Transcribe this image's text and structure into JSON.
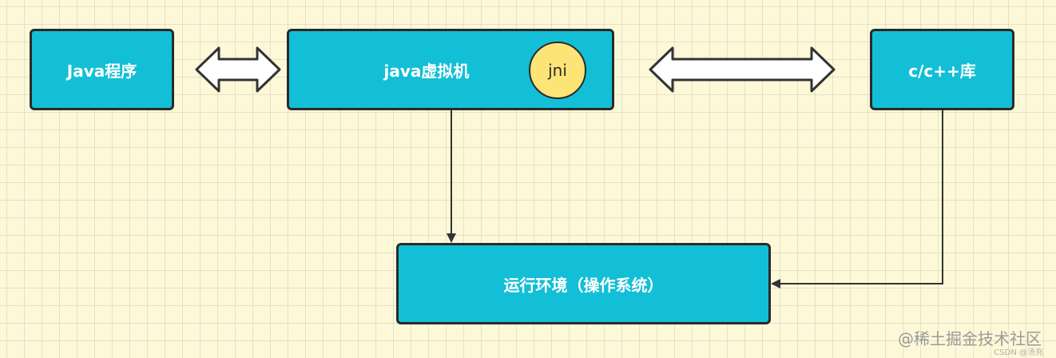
{
  "nodes": {
    "java_program": {
      "label": "Java程序"
    },
    "jvm": {
      "label": "java虚拟机"
    },
    "jni": {
      "label": "jni"
    },
    "c_library": {
      "label": "c/c++库"
    },
    "runtime": {
      "label": "运行环境（操作系统）"
    }
  },
  "edges": [
    {
      "from": "java_program",
      "to": "jvm",
      "style": "hollow-double-arrow"
    },
    {
      "from": "jvm",
      "to": "c_library",
      "style": "hollow-double-arrow"
    },
    {
      "from": "jvm",
      "to": "runtime",
      "style": "arrow"
    },
    {
      "from": "c_library",
      "to": "runtime",
      "style": "elbow-arrow"
    }
  ],
  "colors": {
    "node_fill": "#13bfd6",
    "node_border": "#2a2a2a",
    "jni_fill": "#fde476",
    "background": "#fdf8d8",
    "connector": "#333333"
  },
  "watermark": {
    "text": "@稀土掘金技术社区",
    "sub": "CSDN @汤充"
  }
}
